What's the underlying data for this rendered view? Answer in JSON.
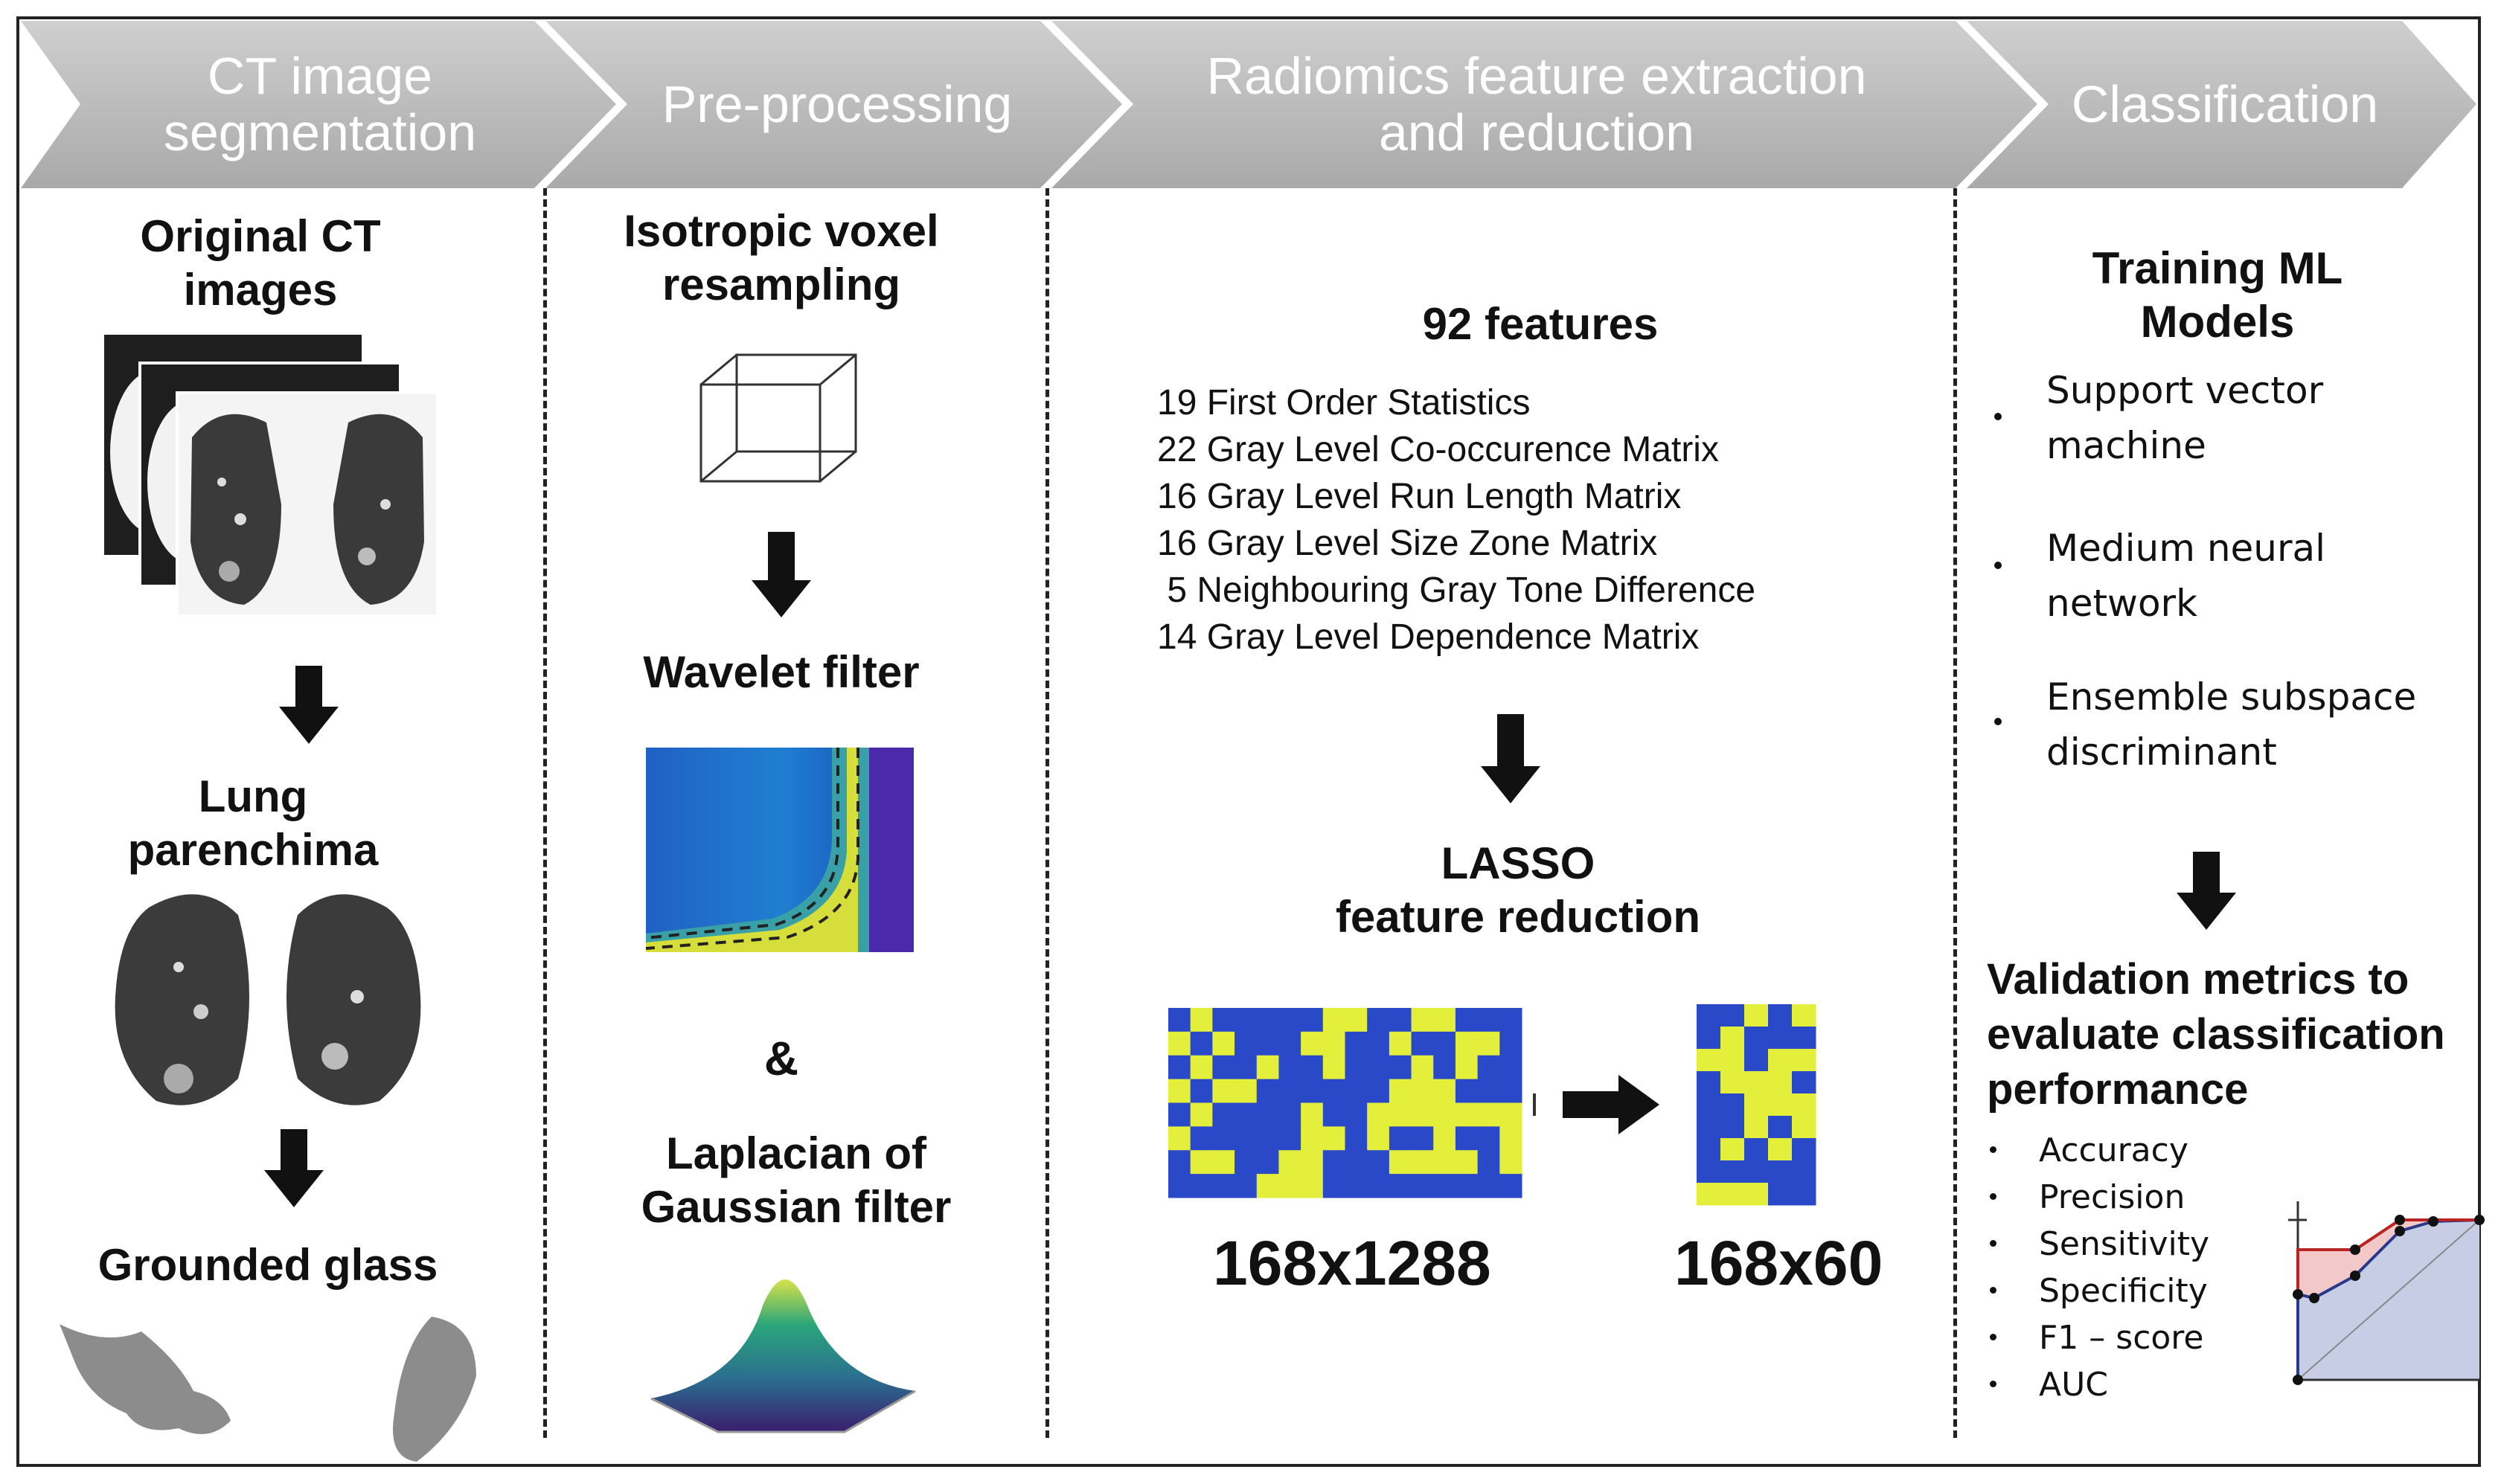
{
  "stages": [
    {
      "title": "CT image\nsegmentation"
    },
    {
      "title": "Pre-processing"
    },
    {
      "title": "Radiomics feature extraction\nand reduction"
    },
    {
      "title": "Classification"
    }
  ],
  "segmentation": {
    "original": "Original CT\nimages",
    "lung": "Lung\nparenchima",
    "glass": "Grounded glass"
  },
  "preprocessing": {
    "isotropic": "Isotropic voxel\nresampling",
    "wavelet": "Wavelet filter",
    "amp": "&",
    "laplacian": "Laplacian of\nGaussian filter"
  },
  "radiomics": {
    "features_title": "92 features",
    "features": [
      "19 First Order Statistics",
      "22 Gray Level Co-occurence Matrix",
      "16 Gray Level Run Length Matrix",
      "16 Gray Level Size Zone Matrix",
      " 5 Neighbouring Gray Tone Difference",
      "14 Gray Level Dependence Matrix"
    ],
    "lasso": "LASSO\nfeature reduction",
    "matrix_before": "168x1288",
    "matrix_after": "168x60"
  },
  "classification": {
    "training": "Training ML\nModels",
    "models": [
      "Support  vector\nmachine",
      "Medium  neural\nnetwork",
      "Ensemble subspace\ndiscriminant"
    ],
    "validation": "Validation metrics to\nevaluate classification\nperformance",
    "metrics": [
      "Accuracy",
      "Precision",
      "Sensitivity",
      "Specificity",
      "F1 – score",
      "AUC"
    ]
  },
  "colors": {
    "chevron": "#bdbdbd",
    "heat_blue": "#2a49c9",
    "heat_yellow": "#e3ef3a",
    "roc_red": "#f3c8c8",
    "roc_blue": "#c8cde6"
  }
}
